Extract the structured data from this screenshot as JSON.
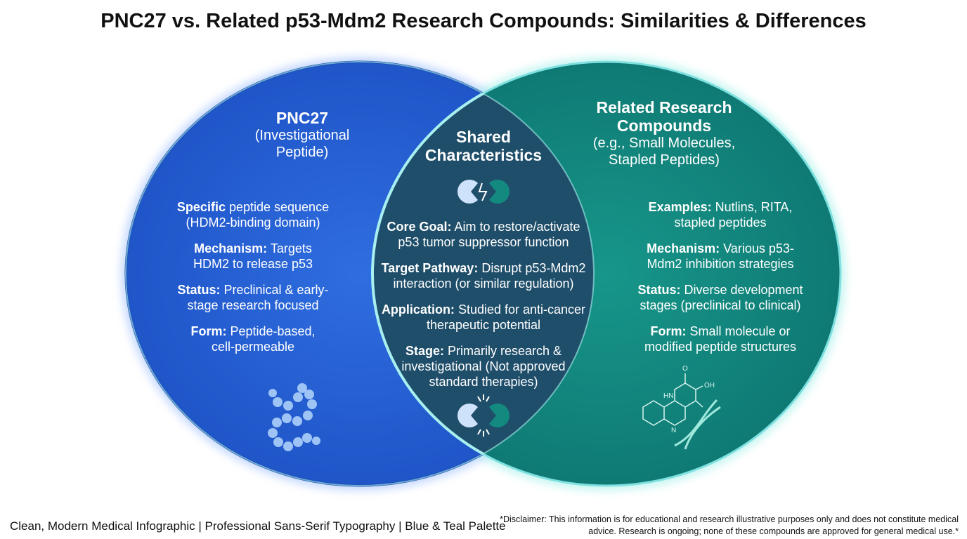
{
  "title": "PNC27 vs. Related p53-Mdm2 Research Compounds: Similarities & Differences",
  "left": {
    "heading": "PNC27",
    "subheading": "(Investigational Peptide)",
    "items": [
      {
        "label": "Specific",
        "text": " peptide sequence (HDM2-binding domain)"
      },
      {
        "label": "Mechanism:",
        "text": " Targets HDM2 to release p53"
      },
      {
        "label": "Status:",
        "text": " Preclinical & early-stage research focused"
      },
      {
        "label": "Form:",
        "text": " Peptide-based, cell-permeable"
      }
    ],
    "icon": "peptide-chain-icon"
  },
  "center": {
    "heading": "Shared Characteristics",
    "items": [
      {
        "label": "Core Goal:",
        "text": " Aim to restore/activate p53 tumor suppressor function"
      },
      {
        "label": "Target Pathway:",
        "text": " Disrupt p53-Mdm2 interaction (or similar regulation)"
      },
      {
        "label": "Application:",
        "text": " Studied for anti-cancer therapeutic potential"
      },
      {
        "label": "Stage:",
        "text": " Primarily research & investigational (Not approved standard therapies)"
      }
    ],
    "icons": [
      "binding-disruption-icon",
      "binding-disruption-icon"
    ]
  },
  "right": {
    "heading": "Related Research Compounds",
    "subheading": "(e.g., Small Molecules, Stapled Peptides)",
    "items": [
      {
        "label": "Examples:",
        "text": " Nutlins, RITA, stapled peptides"
      },
      {
        "label": "Mechanism:",
        "text": " Various p53-Mdm2 inhibition strategies"
      },
      {
        "label": "Status:",
        "text": " Diverse development stages (preclinical to clinical)"
      },
      {
        "label": "Form:",
        "text": " Small molecule or modified peptide structures"
      }
    ],
    "molecule_labels": [
      "O",
      "OH",
      "HN",
      "N"
    ]
  },
  "footer": {
    "left": "Clean, Modern Medical Infographic | Professional Sans-Serif Typography | Blue & Teal Palette",
    "disclaimer": "*Disclaimer: This information is for educational and research illustrative purposes only and does not constitute medical advice. Research is ongoing; none of these compounds are approved for general medical use.*"
  },
  "colors": {
    "blue": "#2563d6",
    "teal": "#138a80",
    "overlap": "#1f4e6a",
    "outline": "#7fe0e0"
  }
}
